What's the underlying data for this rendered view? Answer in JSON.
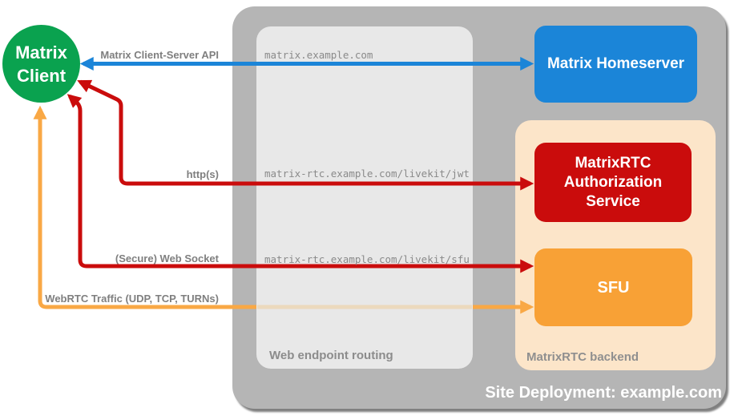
{
  "site": {
    "label": "Site Deployment: example.com"
  },
  "client": {
    "line1": "Matrix",
    "line2": "Client"
  },
  "routing": {
    "label": "Web endpoint routing",
    "endpoints": [
      "matrix.example.com",
      "matrix-rtc.example.com/livekit/jwt",
      "matrix-rtc.example.com/livekit/sfu"
    ]
  },
  "backend": {
    "label": "MatrixRTC backend",
    "homeserver": "Matrix Homeserver",
    "auth_service": "MatrixRTC Authorization Service",
    "sfu": "SFU"
  },
  "connections": {
    "client_server_api": {
      "label": "Matrix Client-Server API",
      "color": "#1b85d8"
    },
    "http": {
      "label": "http(s)",
      "color": "#ca0c0c"
    },
    "websocket": {
      "label": "(Secure) Web Socket",
      "color": "#ca0c0c"
    },
    "webrtc": {
      "label": "WebRTC Traffic (UDP, TCP, TURNs)",
      "color": "#f9a845"
    }
  },
  "colors": {
    "client_green": "#0aa24f",
    "homeserver_blue": "#1b85d8",
    "auth_red": "#ca0c0c",
    "sfu_orange": "#f8a136",
    "backend_peach": "#fce5c9",
    "site_gray": "#b5b5b5",
    "routing_gray": "#e8e8e8",
    "label_gray": "#7f7f7f"
  }
}
